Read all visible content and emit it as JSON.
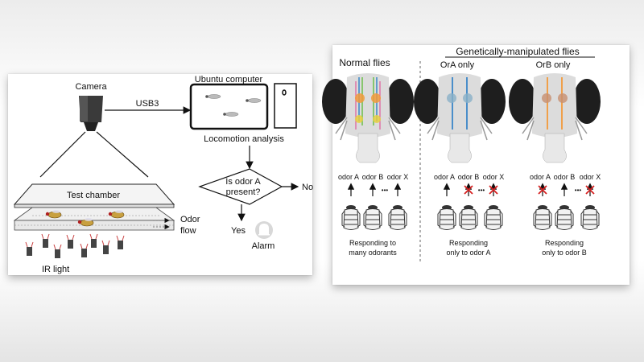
{
  "left": {
    "camera": "Camera",
    "usb": "USB3",
    "computer": "Ubuntu computer",
    "locomotion": "Locomotion analysis",
    "test_chamber": "Test chamber",
    "odor": "Odor",
    "flow": "flow",
    "ir_light": "IR light",
    "decision_line1": "Is odor A",
    "decision_line2": "present?",
    "no": "No",
    "yes": "Yes",
    "alarm": "Alarm"
  },
  "right": {
    "gm_title": "Genetically-manipulated flies",
    "normal": "Normal flies",
    "ora": "OrA only",
    "orb": "OrB only",
    "odor_a": "odor A",
    "odor_b": "odor B",
    "odor_x": "odor X",
    "ellipsis": "•••",
    "resp1_line1": "Responding to",
    "resp1_line2": "many odorants",
    "resp2_line1": "Responding",
    "resp2_line2": "only to odor A",
    "resp3_line1": "Responding",
    "resp3_line2": "only to odor B"
  },
  "colors": {
    "neuron_blue": "#3a86c8",
    "neuron_orange": "#f29a3a",
    "neuron_green": "#6cbf4a",
    "neuron_pink": "#e05a9a",
    "neuron_yellow": "#e8d040",
    "cross_red": "#d62020",
    "fly_body": "#c8a040",
    "ir_led": "#c84040"
  }
}
